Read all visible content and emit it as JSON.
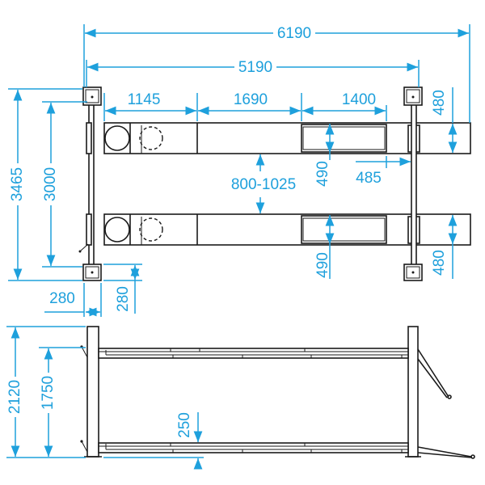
{
  "colors": {
    "dimension": "#1ea0dc",
    "outline": "#1a1a1a"
  },
  "top_view": {
    "overall_length": "6190",
    "post_span_length": "5190",
    "segment_front": "1145",
    "segment_middle": "1690",
    "segment_rear": "1400",
    "overall_width": "3465",
    "post_span_width": "3000",
    "runway_gap": "800-1025",
    "recess_width_top": "490",
    "recess_width_bottom": "490",
    "rear_offset": "485",
    "runway_width_top": "480",
    "runway_width_bottom": "480",
    "post_width": "280",
    "post_depth": "280"
  },
  "side_view": {
    "overall_height": "2120",
    "lift_height": "1750",
    "platform_height": "250"
  }
}
